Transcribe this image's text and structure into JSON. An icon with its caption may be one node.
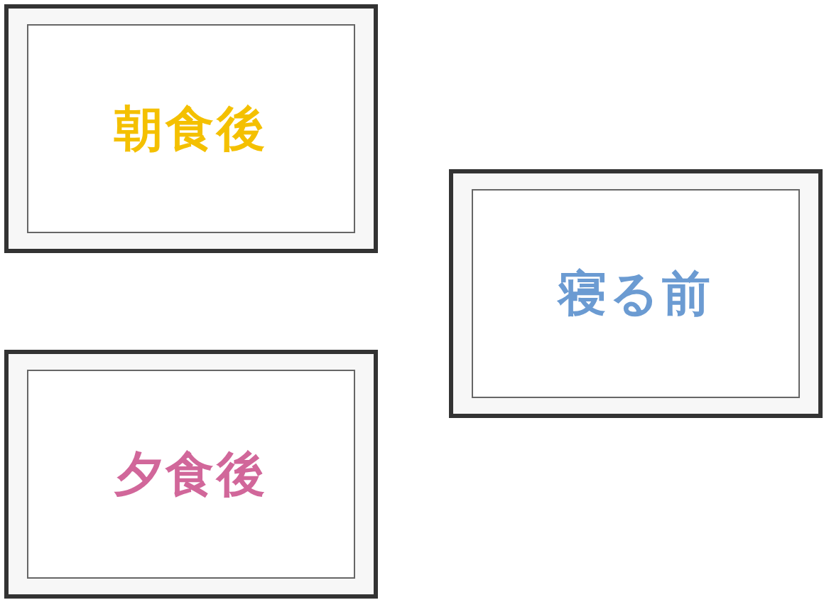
{
  "diagram": {
    "nodes": [
      {
        "text": [
          "朝食後"
        ]
      },
      {
        "text": [
          "寝る前"
        ]
      },
      {
        "text": [
          "夕食後"
        ]
      }
    ]
  }
}
